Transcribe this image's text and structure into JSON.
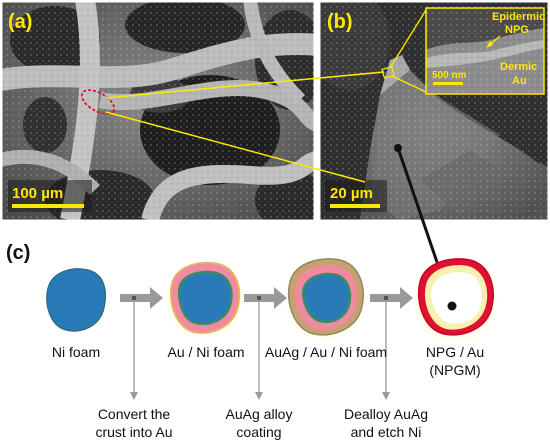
{
  "panels": {
    "a": {
      "label": "(a)",
      "scale_bar": "100 µm"
    },
    "b": {
      "label": "(b)",
      "scale_bar": "20 µm",
      "inset": {
        "scale_bar": "500 nm",
        "top_label_line1": "Epidermic",
        "top_label_line2": "NPG",
        "bottom_label_line1": "Dermic",
        "bottom_label_line2": "Au"
      }
    },
    "c": {
      "label": "(c)"
    }
  },
  "stages": [
    {
      "line1": "Ni foam",
      "line2": ""
    },
    {
      "line1": "Au / Ni foam",
      "line2": ""
    },
    {
      "line1": "AuAg / Au / Ni foam",
      "line2": ""
    },
    {
      "line1": "NPG / Au",
      "line2": "(NPGM)"
    }
  ],
  "steps": [
    {
      "line1": "Convert the",
      "line2": "crust into Au"
    },
    {
      "line1": "AuAg alloy",
      "line2": "coating"
    },
    {
      "line1": "Dealloy AuAg",
      "line2": "and etch Ni"
    }
  ],
  "colors": {
    "annotation_yellow": "#ffe800",
    "ni_blue": "#2a7ab8",
    "ni_green_edge": "#3a8a6a",
    "au_pink": "#f08aa0",
    "agau_tan": "#c8a070",
    "npg_red": "#e01030",
    "glow": "#fff7c0",
    "arrow_gray": "#9a9a9a"
  }
}
